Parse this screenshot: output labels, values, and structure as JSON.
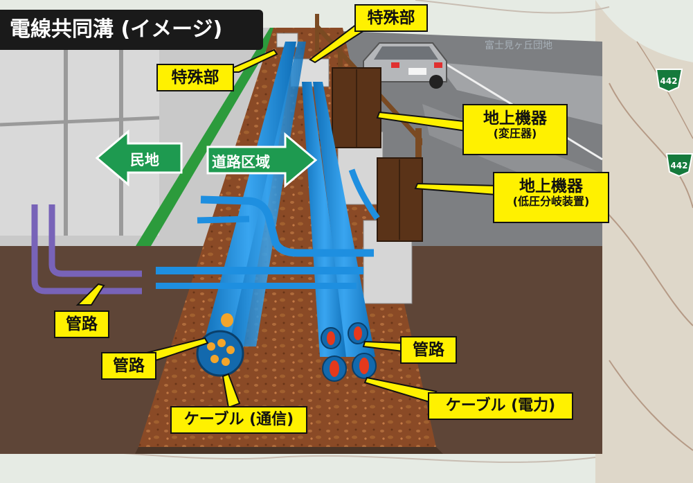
{
  "title": "電線共同溝 (イメージ)",
  "map_text": [
    "富士見ヶ丘団地",
    "442",
    "442"
  ],
  "arrows": {
    "private_land": "民地",
    "road_area": "道路区域"
  },
  "labels": {
    "special_top": "特殊部",
    "special_left": "特殊部",
    "ground_equipment_1": {
      "title": "地上機器",
      "sub": "(変圧器)"
    },
    "ground_equipment_2": {
      "title": "地上機器",
      "sub": "(低圧分岐装置)"
    },
    "conduit_left": "管路",
    "conduit_center": "管路",
    "conduit_right": "管路",
    "cable_comm": "ケーブル (通信)",
    "cable_power": "ケーブル (電力)"
  },
  "colors": {
    "label_bg": "#fff100",
    "arrow_green": "#1e9a50",
    "pipe_blue": "#1e8fe0",
    "soil": "#8a4a26",
    "earth": "#5e4537",
    "equipment_brown": "#5a3318",
    "route_shield": "#157a3c"
  }
}
